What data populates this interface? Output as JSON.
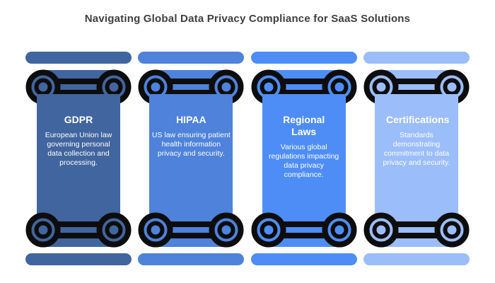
{
  "title": {
    "text": "Navigating Global Data Privacy Compliance for SaaS Solutions",
    "color": "#3f3f3f"
  },
  "colors": {
    "outline_ink": "#0d0d0d",
    "pillar_text": "#ffffff"
  },
  "pillars": [
    {
      "name": "GDPR",
      "description": "European Union law governing personal data collection and processing.",
      "color": "#41659E"
    },
    {
      "name": "HIPAA",
      "description": "US law ensuring patient health information privacy and security.",
      "color": "#4E82DB"
    },
    {
      "name": "Regional Laws",
      "description": "Various global regulations impacting data privacy compliance.",
      "color": "#4E8DF6"
    },
    {
      "name": "Certifications",
      "description": "Standards demonstrating commitment to data privacy and security.",
      "color": "#9BBDFA"
    }
  ]
}
